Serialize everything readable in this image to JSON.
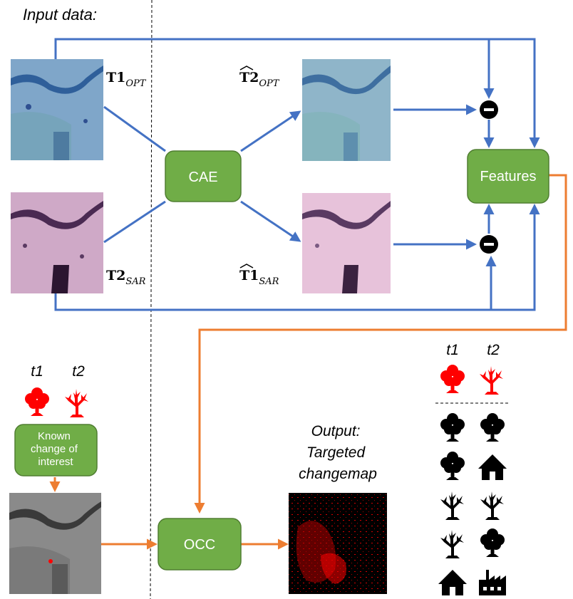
{
  "input_label": "Input data:",
  "nodes": {
    "cae": "CAE",
    "features": "Features",
    "occ": "OCC",
    "known_change": [
      "Known",
      "change of",
      "interest"
    ]
  },
  "images": {
    "t1_opt": {
      "main": "T1",
      "sub": "OPT"
    },
    "t2_opt_hat": {
      "main": "T2",
      "sub": "OPT"
    },
    "t2_sar": {
      "main": "T2",
      "sub": "SAR"
    },
    "t1_sar_hat": {
      "main": "T1",
      "sub": "SAR"
    }
  },
  "time_labels": {
    "t1": "t1",
    "t2": "t2"
  },
  "output": [
    "Output:",
    "Targeted",
    "changemap"
  ],
  "legend_pairs": [
    [
      "tree-icon",
      "tree-icon"
    ],
    [
      "tree-icon",
      "house-icon"
    ],
    [
      "bare-tree-icon",
      "bare-tree-icon"
    ],
    [
      "bare-tree-icon",
      "tree-icon"
    ],
    [
      "house-icon",
      "factory-icon"
    ]
  ],
  "colors": {
    "blue": "#4472c4",
    "orange": "#ed7d31",
    "green": "#70ad47",
    "red": "#ff0000"
  }
}
